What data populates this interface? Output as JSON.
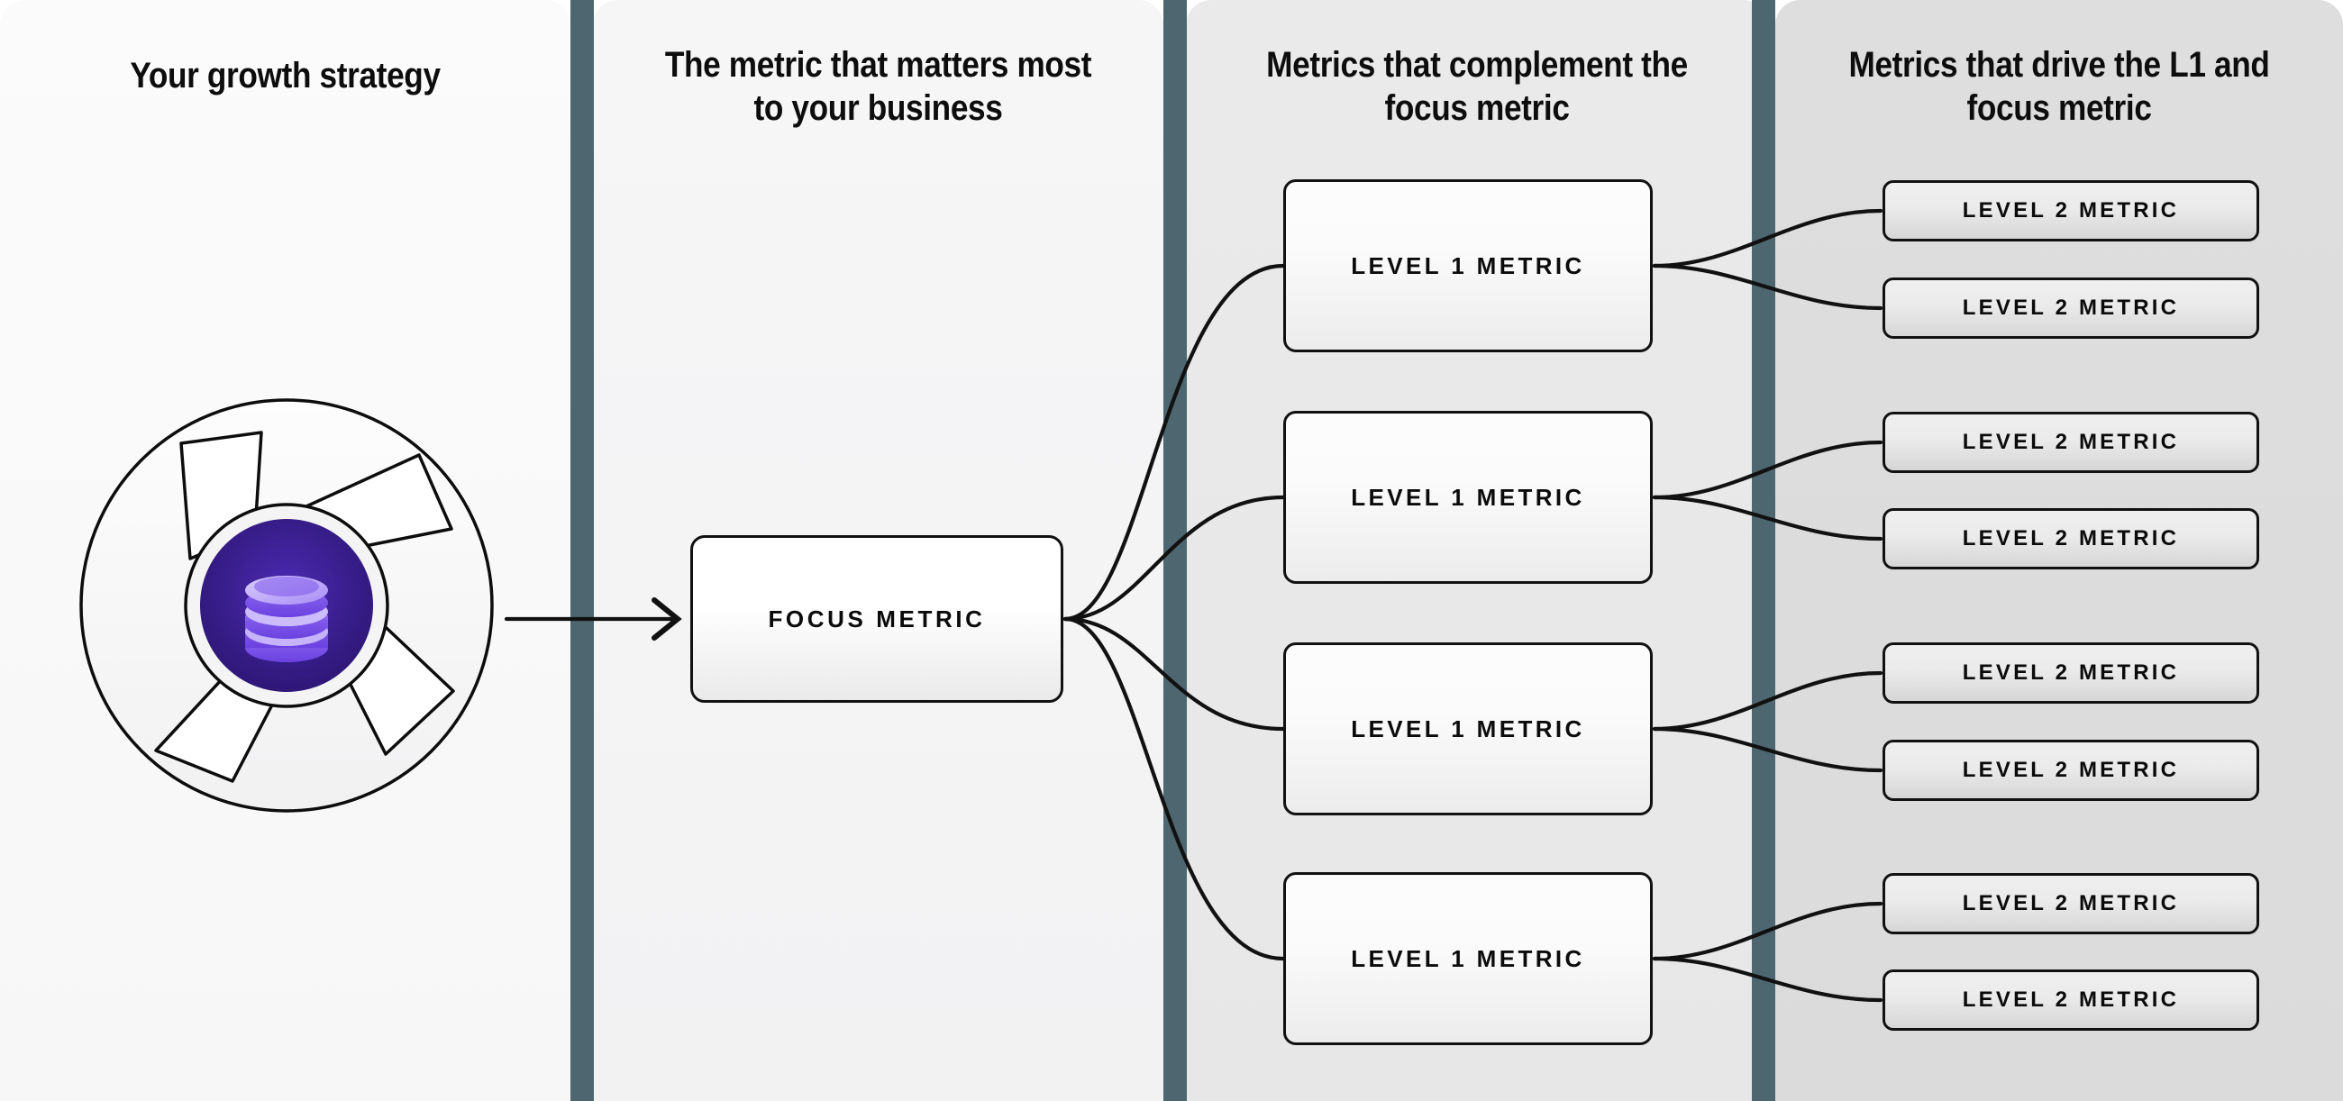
{
  "theme": {
    "divider_color": "#4d6670",
    "ink": "#111111",
    "accent_purple": "#5b34d6",
    "accent_purple_light": "#a98cf5",
    "panel_1_bg": "#fbfbfb",
    "panel_2_bg": "#f4f4f5",
    "panel_3_bg": "#e9e9e9",
    "panel_4_bg": "#dddddd"
  },
  "columns": [
    {
      "id": "growth-strategy",
      "title": "Your growth strategy"
    },
    {
      "id": "focus-metric",
      "title": "The metric that matters most to your business"
    },
    {
      "id": "level-1",
      "title": "Metrics that complement the focus metric"
    },
    {
      "id": "level-2",
      "title": "Metrics that drive the L1 and focus metric"
    }
  ],
  "strategy_graphic": {
    "icon": "database-icon",
    "shape": "aperture-circle",
    "core_color": "#3a1f8f",
    "ring_color": "#efefef"
  },
  "focus_metric": {
    "label": "FOCUS METRIC"
  },
  "level_1_metrics": [
    {
      "label": "LEVEL 1 METRIC"
    },
    {
      "label": "LEVEL 1 METRIC"
    },
    {
      "label": "LEVEL 1 METRIC"
    },
    {
      "label": "LEVEL 1 METRIC"
    }
  ],
  "level_2_metrics": [
    {
      "label": "LEVEL 2 METRIC"
    },
    {
      "label": "LEVEL 2 METRIC"
    },
    {
      "label": "LEVEL 2 METRIC"
    },
    {
      "label": "LEVEL 2 METRIC"
    },
    {
      "label": "LEVEL 2 METRIC"
    },
    {
      "label": "LEVEL 2 METRIC"
    },
    {
      "label": "LEVEL 2 METRIC"
    },
    {
      "label": "LEVEL 2 METRIC"
    }
  ]
}
